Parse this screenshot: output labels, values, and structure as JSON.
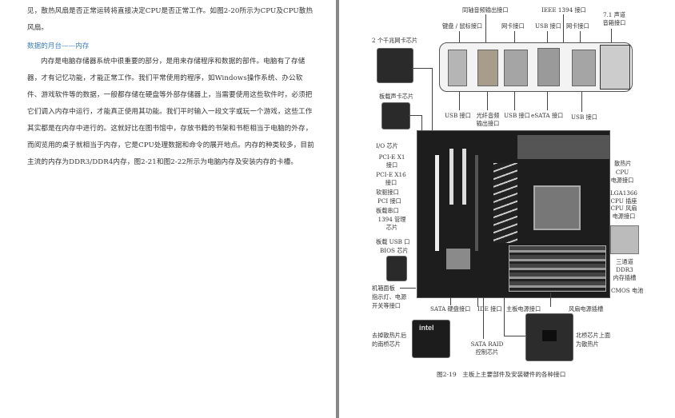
{
  "left_page": {
    "para1": "见，散热风扇是否正常运转将直接决定CPU是否正常工作。如图2-20所示为CPU及CPU散热风扇。",
    "heading": "数据的月台——内存",
    "para2": "内存是电脑存储器系统中很重要的部分，是用来存储程序和数据的部件。电脑有了存储器，才有记忆功能，才能正常工作。我们平常使用的程序，如Windows操作系统、办公软件、游戏软件等的数据，一般都存储在硬盘等外部存储器上，当需要使用这些软件时，必须把它们调入内存中运行，才能真正使用其功能。我们平时输入一段文字或玩一个游戏，这些工作其实都是在内存中进行的。这就好比在图书馆中，存放书籍的书架和书柜相当于电脑的外存，而阅览用的桌子就相当于内存，它是CPU处理数据和命令的展开地点。内存的种类较多，目前主流的内存为DDR3/DDR4内存，图2-21和图2-22所示为电脑内存及安装内存的卡槽。"
  },
  "figure": {
    "caption": "图2-19　主板上主要部件及安装硬件的各种接口",
    "top_labels": {
      "coax_audio": "同轴音频输出接口",
      "ieee1394": "IEEE 1394 接口",
      "audio71_a": "7.1 声道",
      "audio71_b": "音箱接口",
      "kb_mouse": "键盘 / 鼠标接口",
      "lan1": "网卡接口",
      "usb_top": "USB 接口",
      "lan2": "网卡接口",
      "nic_chips": "2 个千兆网卡芯片"
    },
    "panel_labels": {
      "usb1": "USB 接口",
      "optical_a": "光纤音频",
      "optical_b": "输出接口",
      "usb2": "USB 接口",
      "esata": "eSATA 接口",
      "usb3": "USB 接口"
    },
    "left_labels": {
      "sound_chip": "板载声卡芯片",
      "io_chip": "I/O 芯片",
      "pcie_x1_a": "PCI-E X1",
      "pcie_x1_b": "接口",
      "pcie_x16_a": "PCI-E X16",
      "pcie_x16_b": "接口",
      "floppy": "软驱接口",
      "pci": "PCI 接口",
      "serial": "板载串口",
      "ieee_chip_a": "1394 管理",
      "ieee_chip_b": "芯片",
      "onboard_usb": "板载 USB 口",
      "bios": "BIOS 芯片",
      "front_panel_a": "机箱面板",
      "front_panel_b": "指示灯、电源",
      "front_panel_c": "开关等接口",
      "southbridge_a": "去掉散热片后",
      "southbridge_b": "的南桥芯片"
    },
    "right_labels": {
      "heatsink": "散热片",
      "cpu_power_a": "CPU",
      "cpu_power_b": "电源接口",
      "lga_a": "LGA1366",
      "lga_b": "CPU 插座",
      "cpu_fan_a": "CPU 风扇",
      "cpu_fan_b": "电源接口",
      "ddr3_a": "三通道",
      "ddr3_b": "DDR3",
      "ddr3_c": "内存插槽",
      "cmos": "CMOS 电池"
    },
    "bottom_labels": {
      "sata": "SATA 硬盘接口",
      "ide": "IDE 接口",
      "atx_power": "主板电源接口",
      "fan_power": "风扇电源插槽",
      "sata_raid_a": "SATA RAID",
      "sata_raid_b": "控制芯片",
      "northbridge_a": "北桥芯片上面",
      "northbridge_b": "为散热片"
    },
    "chip_marks": {
      "intel_logo": "intel"
    }
  }
}
